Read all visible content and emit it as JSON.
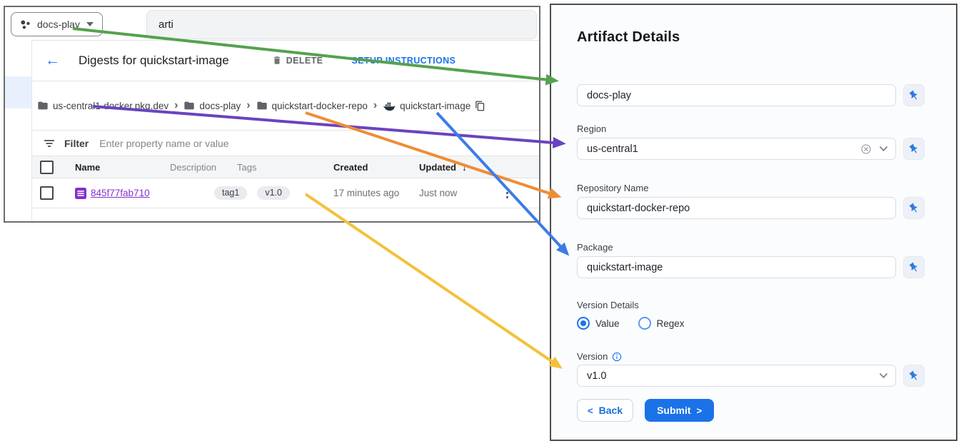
{
  "console": {
    "project_switcher": {
      "label": "docs-play",
      "caret": "▼"
    },
    "search": {
      "value": "arti"
    },
    "header": {
      "back_arrow": "←",
      "title": "Digests for quickstart-image",
      "delete_label": "DELETE",
      "setup_label": "SETUP INSTRUCTIONS"
    },
    "breadcrumb": {
      "separator": "›",
      "items": [
        {
          "icon": "folder",
          "label": "us-central1-docker.pkg.dev"
        },
        {
          "icon": "folder",
          "label": "docs-play"
        },
        {
          "icon": "folder",
          "label": "quickstart-docker-repo"
        },
        {
          "icon": "docker-package",
          "label": "quickstart-image"
        }
      ]
    },
    "filter": {
      "label": "Filter",
      "placeholder": "Enter property name or value"
    },
    "table": {
      "columns": [
        "Name",
        "Description",
        "Tags",
        "Created",
        "Updated"
      ],
      "sort_arrow": "↓",
      "kebab": "⋮",
      "rows": [
        {
          "name": "845f77fab710",
          "description": "",
          "tags": [
            "tag1",
            "v1.0"
          ],
          "created": "17 minutes ago",
          "updated": "Just now"
        }
      ]
    }
  },
  "panel": {
    "title": "Artifact Details",
    "fields": [
      {
        "label": "",
        "value": "docs-play"
      },
      {
        "label": "Region",
        "value": "us-central1"
      },
      {
        "label": "Repository Name",
        "value": "quickstart-docker-repo"
      },
      {
        "label": "Package",
        "value": "quickstart-image"
      },
      {
        "label": "Version",
        "value": "v1.0"
      }
    ],
    "version_details": {
      "label": "Version Details",
      "options": [
        "Value",
        "Regex"
      ],
      "selected": "Value"
    },
    "buttons": {
      "back_chevron": "<",
      "back": "Back",
      "submit": "Submit",
      "submit_chevron": ">"
    }
  },
  "colors": {
    "arrow_green": "#55a14f",
    "arrow_purple": "#6a43c0",
    "arrow_orange": "#ee8d36",
    "arrow_blue": "#3c7be8",
    "arrow_yellow": "#f3c13a",
    "accent_blue": "#1a73e8",
    "link_purple": "#8430ce",
    "selected_nav": "#e8f0fe"
  }
}
